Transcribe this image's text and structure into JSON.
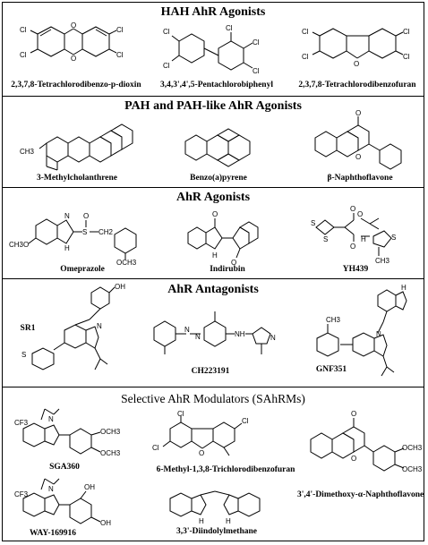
{
  "sections": [
    {
      "title": "HAH AhR Agonists",
      "compounds": [
        {
          "name": "2,3,7,8-Tetrachlorodibenzo-p-dioxin"
        },
        {
          "name": "3,4,3',4',5-Pentachlorobiphenyl"
        },
        {
          "name": "2,3,7,8-Tetrachlorodibenzofuran"
        }
      ]
    },
    {
      "title": "PAH and PAH-like AhR Agonists",
      "compounds": [
        {
          "name": "3-Methylcholanthrene"
        },
        {
          "name": "Benzo(a)pyrene"
        },
        {
          "name": "β-Naphthoflavone"
        }
      ]
    },
    {
      "title": "AhR Agonists",
      "compounds": [
        {
          "name": "Omeprazole"
        },
        {
          "name": "Indirubin"
        },
        {
          "name": "YH439"
        }
      ]
    },
    {
      "title": "AhR Antagonists",
      "compounds": [
        {
          "name": "SR1"
        },
        {
          "name": "CH223191"
        },
        {
          "name": "GNF351"
        }
      ]
    },
    {
      "title": "Selective AhR Modulators (SAhRMs)",
      "compounds": [
        {
          "name": "SGA360"
        },
        {
          "name": "6-Methyl-1,3,8-Trichlorodibenzofuran"
        },
        {
          "name": "3',4'-Dimethoxy-α-Naphthoflavone"
        },
        {
          "name": "WAY-169916"
        },
        {
          "name": "3,3'-Diindolylmethane"
        }
      ]
    }
  ],
  "atoms": {
    "cl": "Cl",
    "o": "O",
    "s": "S",
    "n": "N",
    "nh": "NH",
    "h": "H",
    "ch3": "CH3",
    "och3": "OCH3",
    "ch3o": "CH3O",
    "ch2": "CH2",
    "oh": "OH",
    "cf3": "CF3"
  }
}
